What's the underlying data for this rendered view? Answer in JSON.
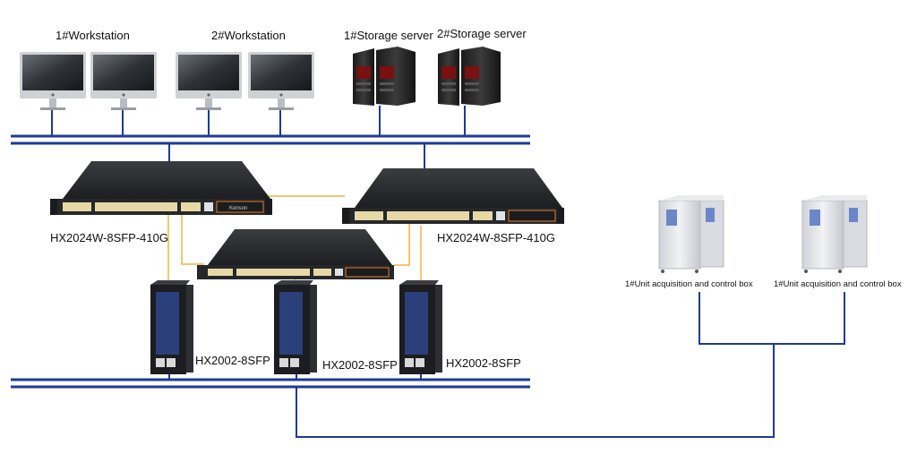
{
  "groups": {
    "workstation_1": "1#Workstation",
    "workstation_2": "2#Workstation",
    "storage_1": "1#Storage server",
    "storage_2": "2#Storage server"
  },
  "switches": {
    "core_left": "HX2024W-8SFP-410G",
    "core_right": "HX2024W-8SFP-410G",
    "core_center_brand": "Kenson",
    "din_1": "HX2002-8SFP",
    "din_2": "HX2002-8SFP",
    "din_3": "HX2002-8SFP"
  },
  "boxes": {
    "box_1": "1#Unit acquisition and control box",
    "box_2": "1#Unit acquisition and control box"
  },
  "colors": {
    "bus": "#1f3a93",
    "fiber": "#f2b441",
    "switch_body": "#2b2d30",
    "port": "#e7d8a6",
    "cabinet": "#e4e6ea"
  }
}
